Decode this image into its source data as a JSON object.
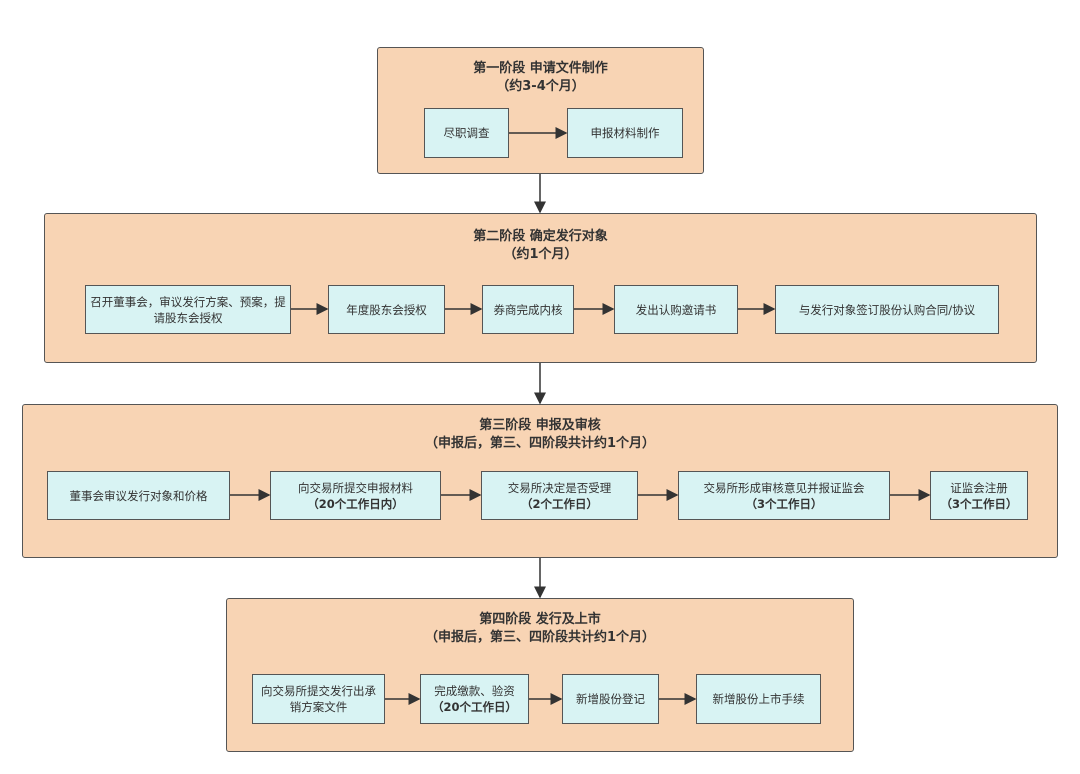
{
  "stages": [
    {
      "title": "第一阶段 申请文件制作",
      "subtitle": "（约3-4个月）",
      "nodes": [
        {
          "text": "尽职调查"
        },
        {
          "text": "申报材料制作"
        }
      ]
    },
    {
      "title": "第二阶段 确定发行对象",
      "subtitle": "（约1个月）",
      "nodes": [
        {
          "text": "召开董事会，审议发行方案、预案，提请股东会授权"
        },
        {
          "text": "年度股东会授权"
        },
        {
          "text": "券商完成内核"
        },
        {
          "text": "发出认购邀请书"
        },
        {
          "text": "与发行对象签订股份认购合同/协议"
        }
      ]
    },
    {
      "title": "第三阶段 申报及审核",
      "subtitle": "（申报后，第三、四阶段共计约1个月）",
      "nodes": [
        {
          "text": "董事会审议发行对象和价格"
        },
        {
          "text": "向交易所提交申报材料",
          "note": "（20个工作日内）"
        },
        {
          "text": "交易所决定是否受理",
          "note": "（2个工作日）"
        },
        {
          "text": "交易所形成审核意见并报证监会",
          "note": "（3个工作日）"
        },
        {
          "text": "证监会注册",
          "note": "（3个工作日）"
        }
      ]
    },
    {
      "title": "第四阶段 发行及上市",
      "subtitle": "（申报后，第三、四阶段共计约1个月）",
      "nodes": [
        {
          "text": "向交易所提交发行出承销方案文件"
        },
        {
          "text": "完成缴款、验资",
          "note": "（20个工作日）"
        },
        {
          "text": "新增股份登记"
        },
        {
          "text": "新增股份上市手续"
        }
      ]
    }
  ]
}
